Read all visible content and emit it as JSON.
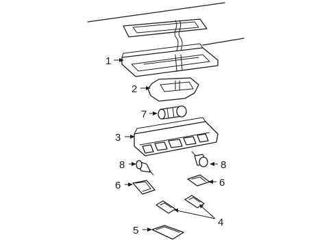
{
  "callouts": {
    "c1": "1",
    "c2": "2",
    "c3": "3",
    "c4": "4",
    "c5": "5",
    "c6_left": "6",
    "c6_right": "6",
    "c7": "7",
    "c8_left": "8",
    "c8_right": "8"
  }
}
